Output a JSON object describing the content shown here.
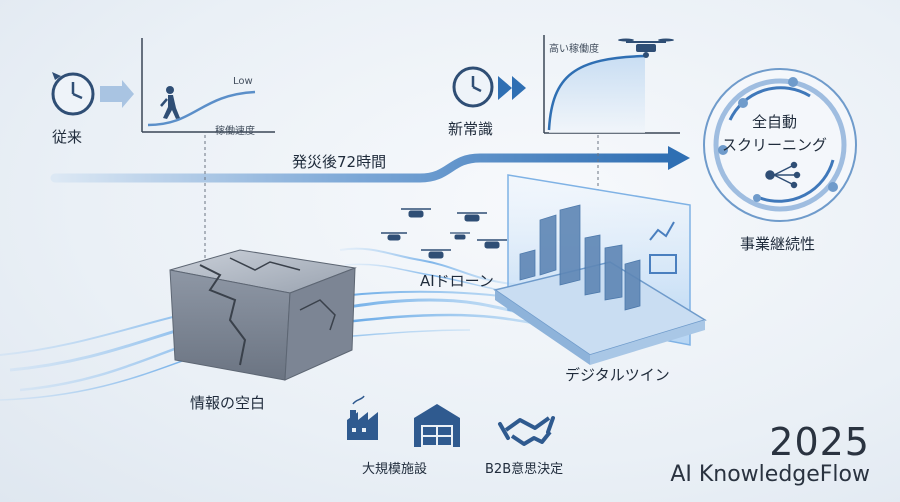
{
  "legacy": {
    "label": "従来",
    "chart_low": "Low",
    "chart_axis": "稼働速度"
  },
  "new_normal": {
    "label": "新常識",
    "chart_axis": "高い稼働度"
  },
  "timeline": {
    "label": "発災後72時間"
  },
  "screening": {
    "line1": "全自動",
    "line2": "スクリーニング",
    "caption": "事業継続性"
  },
  "drones": {
    "label": "AIドローン"
  },
  "twin": {
    "label": "デジタルツイン"
  },
  "gap": {
    "label": "情報の空白"
  },
  "icons": [
    {
      "name": "factory-icon",
      "label": "大規模施設"
    },
    {
      "name": "handshake-icon",
      "label": "B2B意思決定"
    }
  ],
  "year": "2025",
  "brand": "AI KnowledgeFlow",
  "colors": {
    "accent": "#2f6fb3",
    "light_accent": "#7fb2e5",
    "ink": "#1f2b3b"
  }
}
